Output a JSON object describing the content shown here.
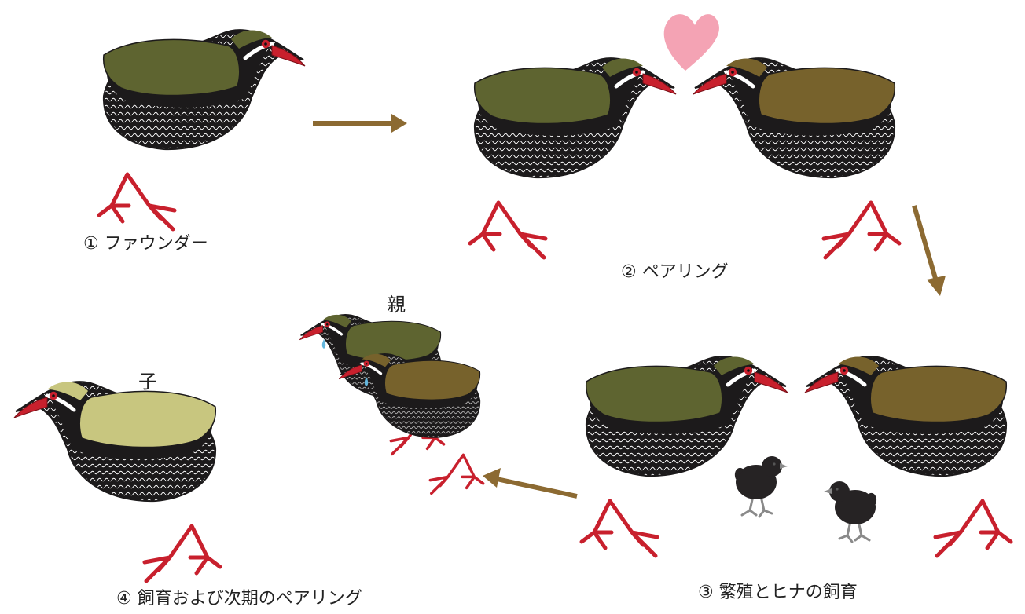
{
  "stages": [
    {
      "num": "①",
      "text": "ファウンダー"
    },
    {
      "num": "②",
      "text": "ペアリング"
    },
    {
      "num": "③",
      "text": "繁殖とヒナの飼育"
    },
    {
      "num": "④",
      "text": "飼育および次期のペアリング"
    }
  ],
  "labels": {
    "parent": "親",
    "child": "子"
  },
  "colors": {
    "arrow": "#8c6a32",
    "heart": "#f4a3b4",
    "body_olive": "#5e6430",
    "body_brown": "#77622c",
    "body_young": "#c8c67f",
    "beak_legs": "#c8202d",
    "black": "#1c1a1b",
    "chick": "#262324",
    "chick_legs": "#8a8a8a",
    "tear": "#63b6dc"
  },
  "icons": [
    "bird-icon",
    "chick-icon",
    "heart-icon",
    "arrow-icon",
    "tear-icon"
  ]
}
